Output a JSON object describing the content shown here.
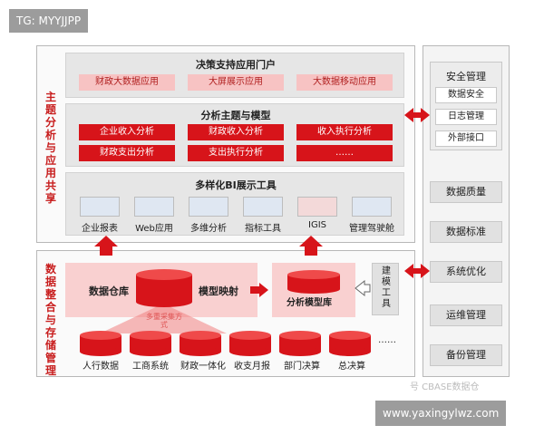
{
  "overlays": {
    "tg": "TG: MYYJJPP",
    "site": "www.yaxingylwz.com",
    "watermark": "号 CBASE数据仓"
  },
  "left_panels": {
    "top_label": "主题分析与应用共享",
    "bottom_label": "数据整合与存储管理"
  },
  "portal": {
    "title": "决策支持应用门户",
    "items": [
      "财政大数据应用",
      "大屏展示应用",
      "大数据移动应用"
    ]
  },
  "analysis": {
    "title": "分析主题与模型",
    "items": [
      "企业收入分析",
      "财政收入分析",
      "收入执行分析",
      "财政支出分析",
      "支出执行分析",
      "……"
    ]
  },
  "bi": {
    "title": "多样化BI展示工具",
    "tools": [
      "企业报表",
      "Web应用",
      "多维分析",
      "指标工具",
      "IGIS",
      "管理驾驶舱"
    ]
  },
  "storage": {
    "warehouse": "数据仓库",
    "model_map": "模型映射",
    "model_lib": "分析模型库",
    "modeling_tool": "建模工具",
    "collect": "多重采集方式",
    "sources": [
      "人行数据",
      "工商系统",
      "财政一体化",
      "收支月报",
      "部门决算",
      "总决算"
    ],
    "more": "……"
  },
  "sidebar": {
    "security": {
      "title": "安全管理",
      "items": [
        "数据安全",
        "日志管理",
        "外部接口"
      ]
    },
    "items": [
      "数据质量",
      "数据标准",
      "系统优化",
      "运维管理",
      "备份管理"
    ]
  },
  "colors": {
    "accent": "#d7141a",
    "pink": "#f7c3c3",
    "gray": "#e6e6e6"
  }
}
